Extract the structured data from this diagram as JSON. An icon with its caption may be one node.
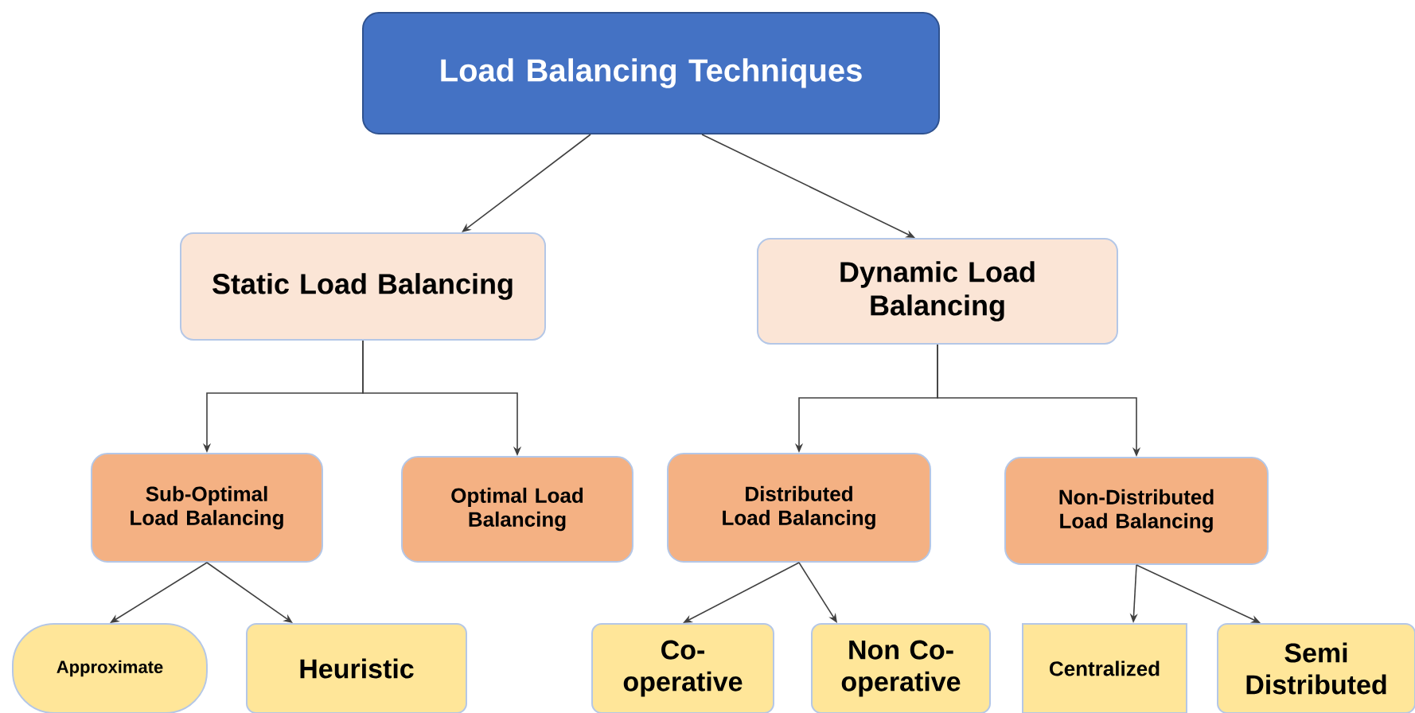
{
  "diagram": {
    "nodes": [
      {
        "text": [
          "Load Balancing Techniques"
        ]
      },
      {
        "text": [
          "Static Load Balancing"
        ]
      },
      {
        "text": [
          "Dynamic Load Balancing"
        ]
      },
      {
        "text": [
          "Sub-Optimal Load Balancing"
        ]
      },
      {
        "text": [
          "Optimal Load Balancing"
        ]
      },
      {
        "text": [
          "Distributed Load Balancing"
        ]
      },
      {
        "text": [
          "Non-Distributed Load Balancing"
        ]
      },
      {
        "text": [
          "Approximate"
        ]
      },
      {
        "text": [
          "Heuristic"
        ]
      },
      {
        "text": [
          "Co-operative"
        ]
      },
      {
        "text": [
          "Non Co-operative"
        ]
      },
      {
        "text": [
          "Centralized"
        ]
      },
      {
        "text": [
          "Semi Distributed"
        ]
      }
    ],
    "edges": [
      {
        "from": 0,
        "to": 1,
        "arrow": "to"
      },
      {
        "from": 0,
        "to": 2,
        "arrow": "to"
      },
      {
        "from": 1,
        "to": 3,
        "arrow": "to"
      },
      {
        "from": 1,
        "to": 4,
        "arrow": "to"
      },
      {
        "from": 2,
        "to": 5,
        "arrow": "to"
      },
      {
        "from": 2,
        "to": 6,
        "arrow": "to"
      },
      {
        "from": 3,
        "to": 7,
        "arrow": "to"
      },
      {
        "from": 3,
        "to": 8,
        "arrow": "to"
      },
      {
        "from": 5,
        "to": 9,
        "arrow": "to"
      },
      {
        "from": 5,
        "to": 10,
        "arrow": "to"
      },
      {
        "from": 6,
        "to": 11,
        "arrow": "to"
      },
      {
        "from": 6,
        "to": 12,
        "arrow": "to"
      }
    ]
  }
}
